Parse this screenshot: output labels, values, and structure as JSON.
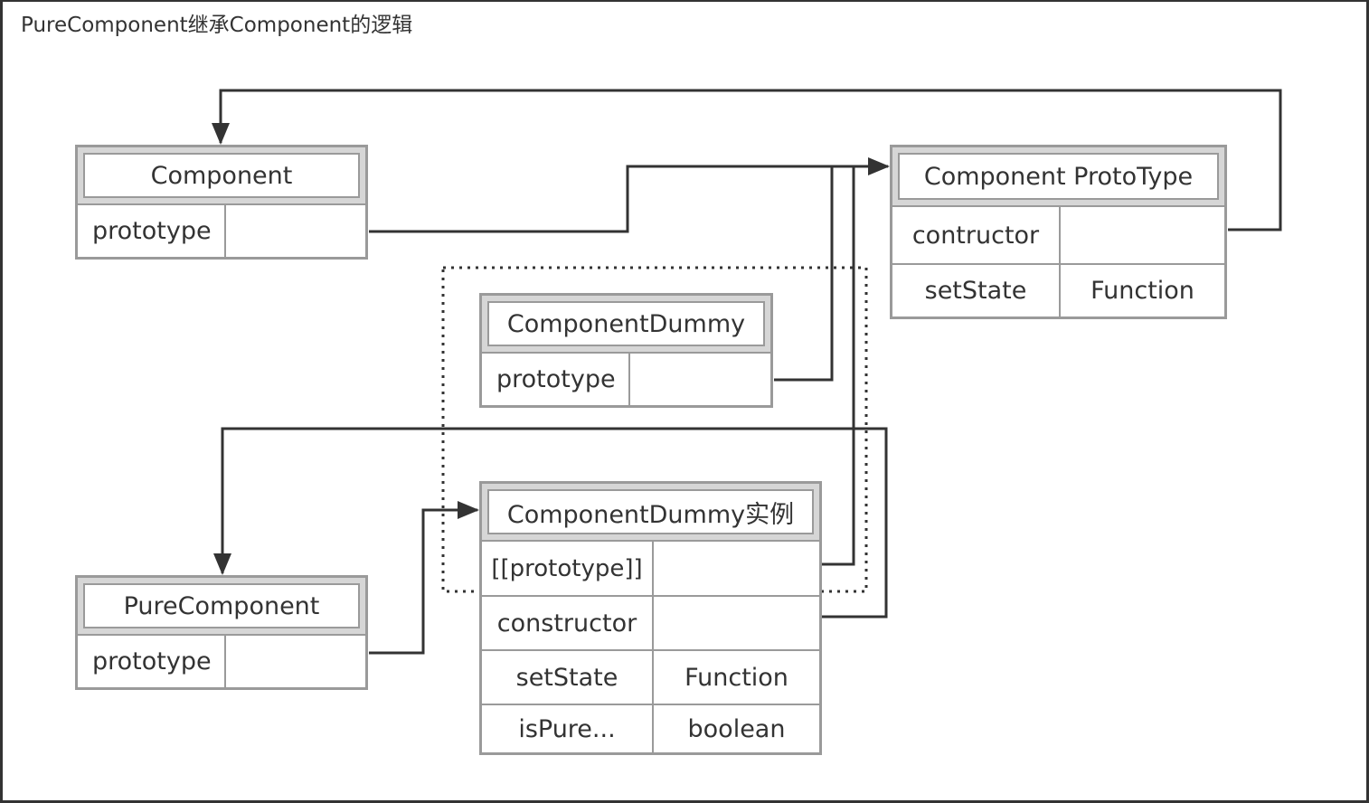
{
  "frame": {
    "title": "PureComponent继承Component的逻辑"
  },
  "colors": {
    "edge": "#333333",
    "table_border": "#9a9a9a",
    "header_fill": "#d6d6d6"
  },
  "nodes": {
    "component": {
      "title": "Component",
      "rows": [
        {
          "key": "prototype",
          "value": ""
        }
      ]
    },
    "component_prototype": {
      "title": "Component ProtoType",
      "rows": [
        {
          "key": "contructor",
          "value": ""
        },
        {
          "key": "setState",
          "value": "Function"
        }
      ]
    },
    "component_dummy": {
      "title": "ComponentDummy",
      "rows": [
        {
          "key": "prototype",
          "value": ""
        }
      ]
    },
    "component_dummy_instance": {
      "title": "ComponentDummy实例",
      "rows": [
        {
          "key": "[[prototype]]",
          "value": ""
        },
        {
          "key": "constructor",
          "value": ""
        },
        {
          "key": "setState",
          "value": "Function"
        },
        {
          "key": "isPure...",
          "value": "boolean"
        }
      ]
    },
    "pure_component": {
      "title": "PureComponent",
      "rows": [
        {
          "key": "prototype",
          "value": ""
        }
      ]
    }
  },
  "edges": [
    {
      "from": "component.prototype",
      "to": "component_prototype"
    },
    {
      "from": "component_prototype",
      "to": "component"
    },
    {
      "from": "component_dummy.prototype",
      "to": "component_prototype"
    },
    {
      "from": "component_dummy_instance.[[prototype]]",
      "to": "component_prototype"
    },
    {
      "from": "component_dummy_instance.constructor",
      "to": "pure_component"
    },
    {
      "from": "pure_component.prototype",
      "to": "component_dummy_instance"
    }
  ],
  "groups": [
    {
      "style": "dotted",
      "members": [
        "component_dummy",
        "component_dummy_instance"
      ]
    }
  ]
}
